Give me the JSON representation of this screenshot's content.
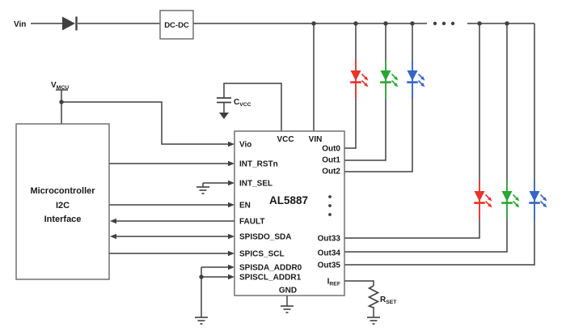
{
  "labels": {
    "vin": "Vin",
    "dcdc": "DC-DC",
    "vmcu_main": "V",
    "vmcu_sub": "MCU",
    "cvcc_main": "C",
    "cvcc_sub": "VCC"
  },
  "mcu": {
    "line1": "Microcontroller",
    "line2": "I2C",
    "line3": "Interface"
  },
  "ic": {
    "name": "AL5887",
    "top_pins": [
      "VCC",
      "VIN"
    ],
    "left_pins": [
      "Vio",
      "INT_RSTn",
      "INT_SEL",
      "EN",
      "FAULT",
      "SPISDO_SDA",
      "SPICS_SCL",
      "SPISDA_ADDR0",
      "SPISCL_ADDR1"
    ],
    "right_pins": [
      "Out0",
      "Out1",
      "Out2",
      "Out33",
      "Out34",
      "Out35"
    ],
    "iref_main": "I",
    "iref_sub": "REF",
    "bottom_pin": "GND"
  },
  "rset": {
    "main": "R",
    "sub": "SET"
  },
  "colors": {
    "wire": "#404040",
    "box_border": "#666666",
    "text": "#1a1a1a",
    "led_red": "#e8332a",
    "led_green": "#2aa636",
    "led_blue": "#3566c4"
  }
}
